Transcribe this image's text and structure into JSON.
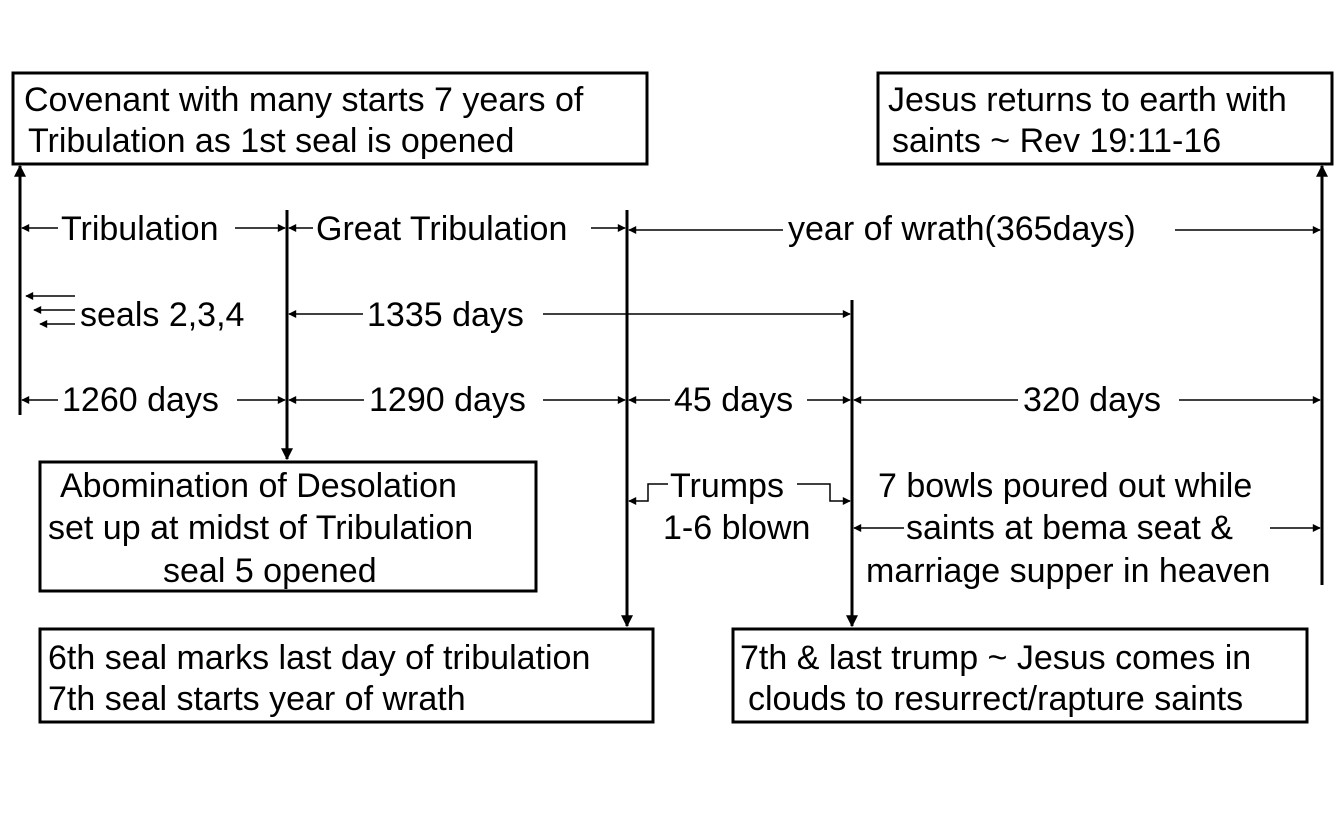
{
  "boxes": {
    "covenant": {
      "line1": "Covenant with many starts 7 years of",
      "line2": "Tribulation as 1st seal is opened"
    },
    "jesus_returns": {
      "line1": "Jesus returns to earth with",
      "line2": "saints ~  Rev 19:11-16"
    },
    "abomination": {
      "line1": "Abomination of Desolation",
      "line2": "set up at midst of Tribulation",
      "line3": "seal 5 opened"
    },
    "sixth_seal": {
      "line1": "6th seal marks last day of tribulation",
      "line2": "7th seal starts year of wrath"
    },
    "seventh_trump": {
      "line1": "7th & last trump ~ Jesus comes in",
      "line2": "clouds to resurrect/rapture saints"
    }
  },
  "spans": {
    "tribulation": "Tribulation",
    "great_tribulation": "Great Tribulation",
    "year_of_wrath": "year of wrath(365days)",
    "seals_234": "seals 2,3,4",
    "days_1335": "1335 days",
    "days_1260": "1260 days",
    "days_1290": "1290 days",
    "days_45": "45 days",
    "days_320": "320 days"
  },
  "notes": {
    "trumps_line1": "Trumps",
    "trumps_line2": "1-6 blown",
    "bowls_line1": "7 bowls poured out while",
    "bowls_line2": "saints at bema seat &",
    "bowls_line3": "marriage supper in heaven"
  }
}
